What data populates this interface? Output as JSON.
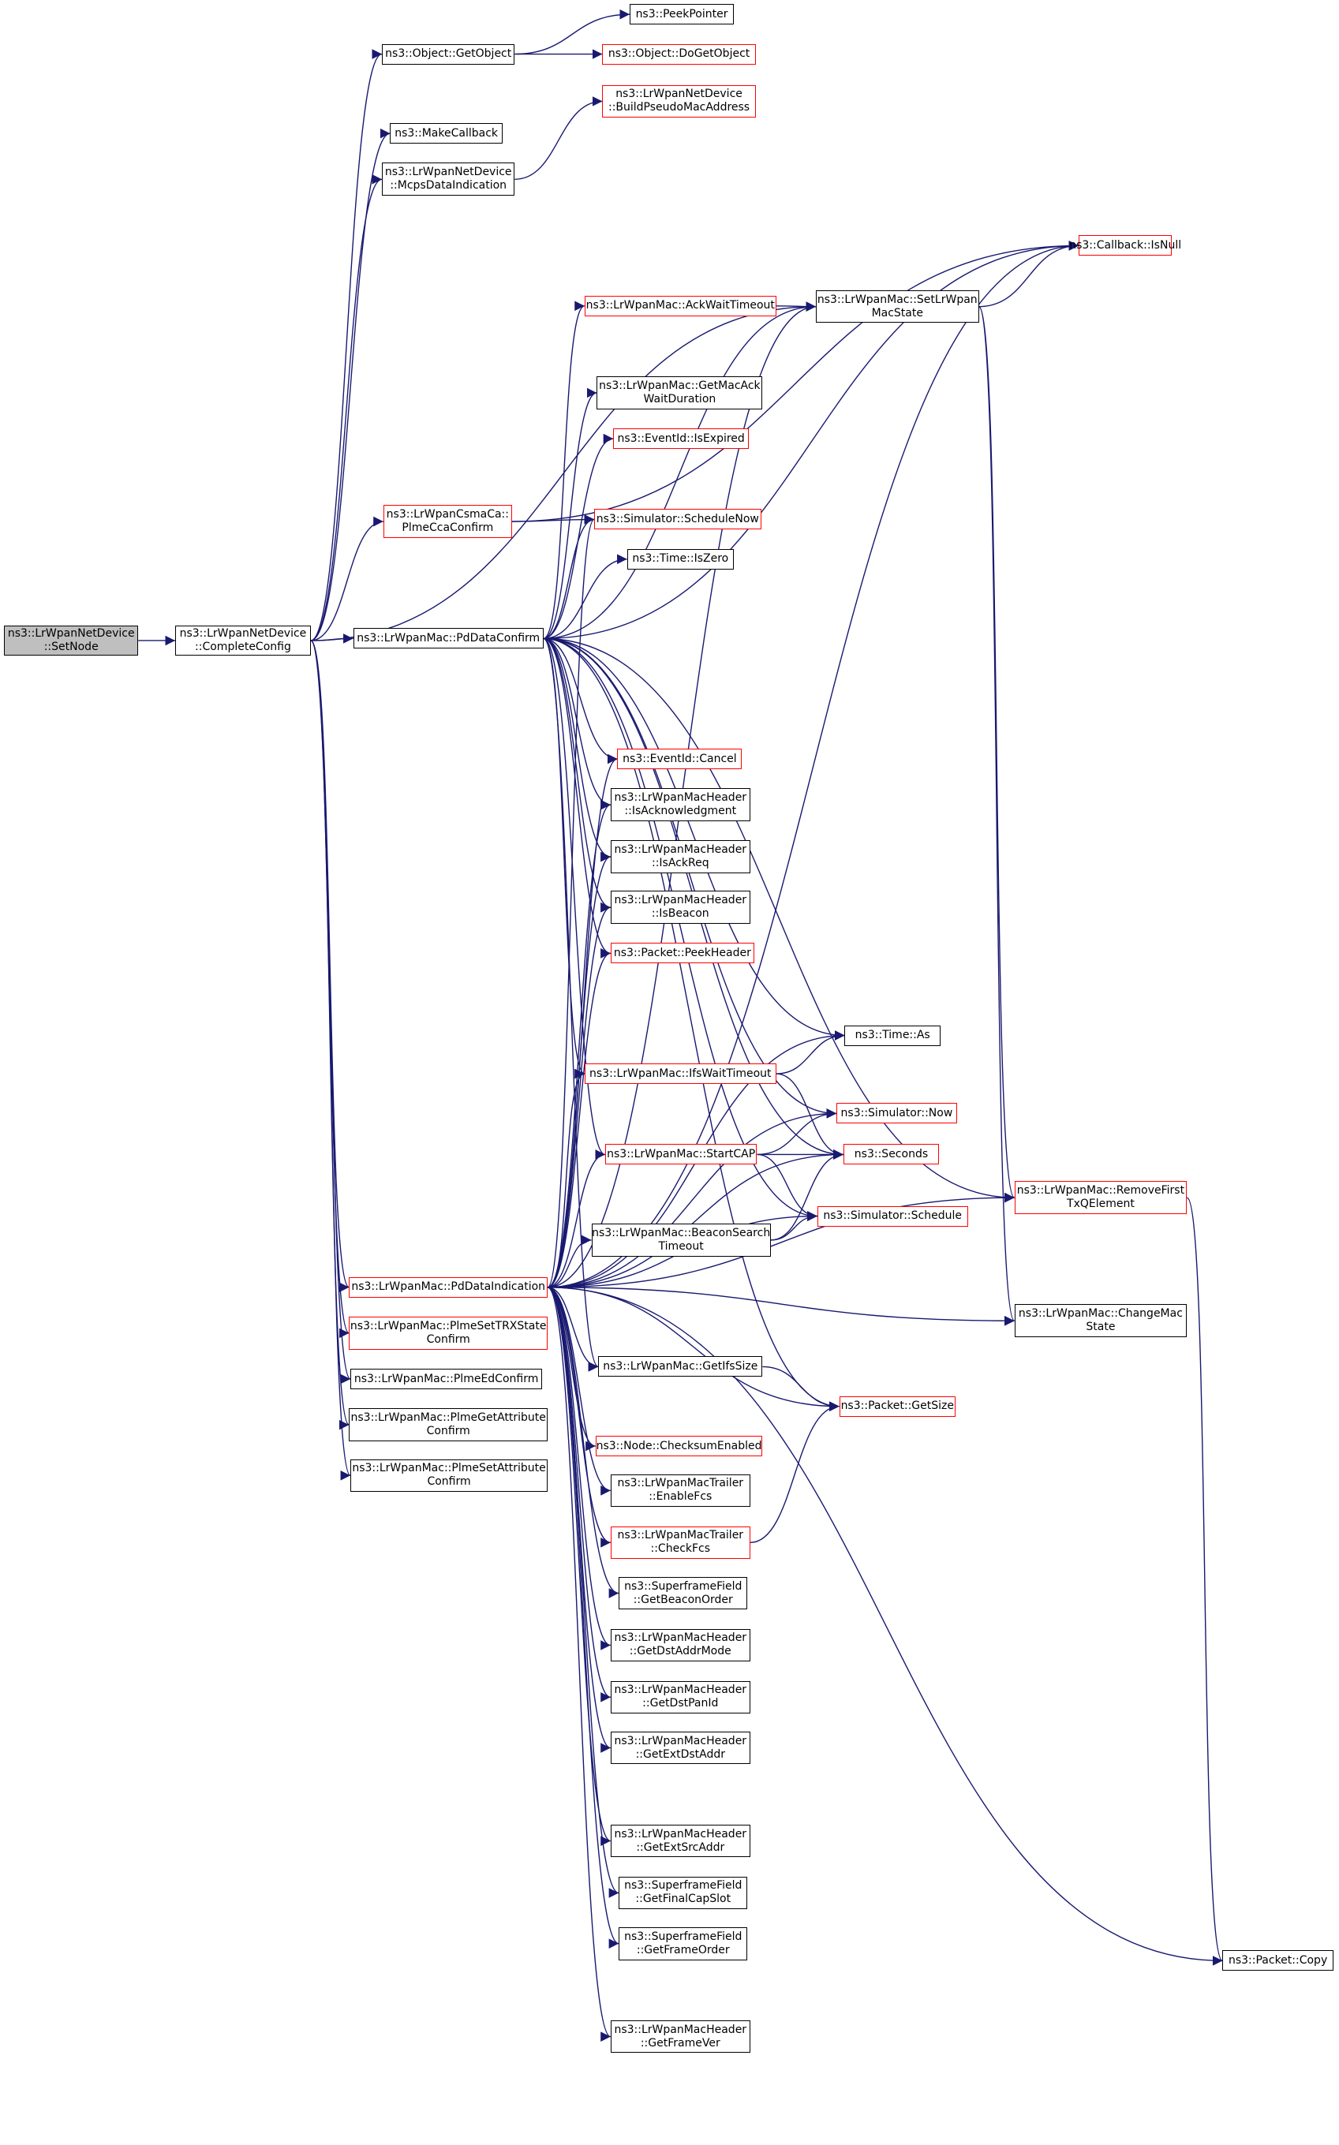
{
  "colors": {
    "edge": "#191970",
    "linked_border": "#ff0000",
    "plain_border": "#000000",
    "root_fill": "#bfbfbf"
  },
  "nodes": [
    {
      "id": "SetNode",
      "lines": [
        "ns3::LrWpanNetDevice",
        "::SetNode"
      ],
      "style": "root"
    },
    {
      "id": "CompleteConfig",
      "lines": [
        "ns3::LrWpanNetDevice",
        "::CompleteConfig"
      ],
      "style": "plain"
    },
    {
      "id": "GetObject",
      "lines": [
        "ns3::Object::GetObject"
      ],
      "style": "plain"
    },
    {
      "id": "PeekPointer",
      "lines": [
        "ns3::PeekPointer"
      ],
      "style": "plain"
    },
    {
      "id": "DoGetObject",
      "lines": [
        "ns3::Object::DoGetObject"
      ],
      "style": "red"
    },
    {
      "id": "BuildPseudo",
      "lines": [
        "ns3::LrWpanNetDevice",
        "::BuildPseudoMacAddress"
      ],
      "style": "red"
    },
    {
      "id": "MakeCallback",
      "lines": [
        "ns3::MakeCallback"
      ],
      "style": "plain"
    },
    {
      "id": "McpsDataIndication",
      "lines": [
        "ns3::LrWpanNetDevice",
        "::McpsDataIndication"
      ],
      "style": "plain"
    },
    {
      "id": "IsNull",
      "lines": [
        "ns3::Callback::IsNull"
      ],
      "style": "red"
    },
    {
      "id": "AckWaitTimeout",
      "lines": [
        "ns3::LrWpanMac::AckWaitTimeout"
      ],
      "style": "red"
    },
    {
      "id": "SetLrWpanMacState",
      "lines": [
        "ns3::LrWpanMac::SetLrWpan",
        "MacState"
      ],
      "style": "plain"
    },
    {
      "id": "GetMacAck",
      "lines": [
        "ns3::LrWpanMac::GetMacAck",
        "WaitDuration"
      ],
      "style": "plain"
    },
    {
      "id": "IsExpired",
      "lines": [
        "ns3::EventId::IsExpired"
      ],
      "style": "red"
    },
    {
      "id": "PlmeCcaConfirm",
      "lines": [
        "ns3::LrWpanCsmaCa::",
        "PlmeCcaConfirm"
      ],
      "style": "red"
    },
    {
      "id": "ScheduleNow",
      "lines": [
        "ns3::Simulator::ScheduleNow"
      ],
      "style": "red"
    },
    {
      "id": "IsZero",
      "lines": [
        "ns3::Time::IsZero"
      ],
      "style": "plain"
    },
    {
      "id": "PdDataConfirm",
      "lines": [
        "ns3::LrWpanMac::PdDataConfirm"
      ],
      "style": "plain"
    },
    {
      "id": "Cancel",
      "lines": [
        "ns3::EventId::Cancel"
      ],
      "style": "red"
    },
    {
      "id": "IsAck",
      "lines": [
        "ns3::LrWpanMacHeader",
        "::IsAcknowledgment"
      ],
      "style": "plain"
    },
    {
      "id": "IsAckReq",
      "lines": [
        "ns3::LrWpanMacHeader",
        "::IsAckReq"
      ],
      "style": "plain"
    },
    {
      "id": "IsBeacon",
      "lines": [
        "ns3::LrWpanMacHeader",
        "::IsBeacon"
      ],
      "style": "plain"
    },
    {
      "id": "PeekHeader",
      "lines": [
        "ns3::Packet::PeekHeader"
      ],
      "style": "red"
    },
    {
      "id": "TimeAs",
      "lines": [
        "ns3::Time::As"
      ],
      "style": "plain"
    },
    {
      "id": "IfsWaitTimeout",
      "lines": [
        "ns3::LrWpanMac::IfsWaitTimeout"
      ],
      "style": "red"
    },
    {
      "id": "Now",
      "lines": [
        "ns3::Simulator::Now"
      ],
      "style": "red"
    },
    {
      "id": "StartCAP",
      "lines": [
        "ns3::LrWpanMac::StartCAP"
      ],
      "style": "red"
    },
    {
      "id": "Seconds",
      "lines": [
        "ns3::Seconds"
      ],
      "style": "red"
    },
    {
      "id": "Schedule",
      "lines": [
        "ns3::Simulator::Schedule"
      ],
      "style": "red"
    },
    {
      "id": "BeaconSearch",
      "lines": [
        "ns3::LrWpanMac::BeaconSearch",
        "Timeout"
      ],
      "style": "plain"
    },
    {
      "id": "RemoveFirst",
      "lines": [
        "ns3::LrWpanMac::RemoveFirst",
        "TxQElement"
      ],
      "style": "red"
    },
    {
      "id": "PdDataIndication",
      "lines": [
        "ns3::LrWpanMac::PdDataIndication"
      ],
      "style": "red"
    },
    {
      "id": "PlmeSetTRX",
      "lines": [
        "ns3::LrWpanMac::PlmeSetTRXState",
        "Confirm"
      ],
      "style": "red"
    },
    {
      "id": "ChangeMacState",
      "lines": [
        "ns3::LrWpanMac::ChangeMac",
        "State"
      ],
      "style": "plain"
    },
    {
      "id": "GetIfsSize",
      "lines": [
        "ns3::LrWpanMac::GetIfsSize"
      ],
      "style": "plain"
    },
    {
      "id": "GetSize",
      "lines": [
        "ns3::Packet::GetSize"
      ],
      "style": "red"
    },
    {
      "id": "PlmeEd",
      "lines": [
        "ns3::LrWpanMac::PlmeEdConfirm"
      ],
      "style": "plain"
    },
    {
      "id": "PlmeGetAttr",
      "lines": [
        "ns3::LrWpanMac::PlmeGetAttribute",
        "Confirm"
      ],
      "style": "plain"
    },
    {
      "id": "PlmeSetAttr",
      "lines": [
        "ns3::LrWpanMac::PlmeSetAttribute",
        "Confirm"
      ],
      "style": "plain"
    },
    {
      "id": "Checksum",
      "lines": [
        "ns3::Node::ChecksumEnabled"
      ],
      "style": "red"
    },
    {
      "id": "EnableFcs",
      "lines": [
        "ns3::LrWpanMacTrailer",
        "::EnableFcs"
      ],
      "style": "plain"
    },
    {
      "id": "CheckFcs",
      "lines": [
        "ns3::LrWpanMacTrailer",
        "::CheckFcs"
      ],
      "style": "red"
    },
    {
      "id": "GetBeaconOrder",
      "lines": [
        "ns3::SuperframeField",
        "::GetBeaconOrder"
      ],
      "style": "plain"
    },
    {
      "id": "GetDstAddrMode",
      "lines": [
        "ns3::LrWpanMacHeader",
        "::GetDstAddrMode"
      ],
      "style": "plain"
    },
    {
      "id": "GetDstPanId",
      "lines": [
        "ns3::LrWpanMacHeader",
        "::GetDstPanId"
      ],
      "style": "plain"
    },
    {
      "id": "GetExtDstAddr",
      "lines": [
        "ns3::LrWpanMacHeader",
        "::GetExtDstAddr"
      ],
      "style": "plain"
    },
    {
      "id": "GetExtSrcAddr",
      "lines": [
        "ns3::LrWpanMacHeader",
        "::GetExtSrcAddr"
      ],
      "style": "plain"
    },
    {
      "id": "GetFinalCapSlot",
      "lines": [
        "ns3::SuperframeField",
        "::GetFinalCapSlot"
      ],
      "style": "plain"
    },
    {
      "id": "GetFrameOrder",
      "lines": [
        "ns3::SuperframeField",
        "::GetFrameOrder"
      ],
      "style": "plain"
    },
    {
      "id": "GetFrameVer",
      "lines": [
        "ns3::LrWpanMacHeader",
        "::GetFrameVer"
      ],
      "style": "plain"
    },
    {
      "id": "Copy",
      "lines": [
        "ns3::Packet::Copy"
      ],
      "style": "plain"
    }
  ],
  "edges": [
    [
      "SetNode",
      "CompleteConfig"
    ],
    [
      "CompleteConfig",
      "GetObject"
    ],
    [
      "CompleteConfig",
      "MakeCallback"
    ],
    [
      "CompleteConfig",
      "McpsDataIndication"
    ],
    [
      "CompleteConfig",
      "PlmeCcaConfirm"
    ],
    [
      "CompleteConfig",
      "PdDataConfirm"
    ],
    [
      "CompleteConfig",
      "PdDataIndication"
    ],
    [
      "CompleteConfig",
      "PlmeSetTRX"
    ],
    [
      "CompleteConfig",
      "PlmeEd"
    ],
    [
      "CompleteConfig",
      "PlmeGetAttr"
    ],
    [
      "CompleteConfig",
      "PlmeSetAttr"
    ],
    [
      "CompleteConfig",
      "SetLrWpanMacState"
    ],
    [
      "GetObject",
      "PeekPointer"
    ],
    [
      "GetObject",
      "DoGetObject"
    ],
    [
      "McpsDataIndication",
      "BuildPseudo"
    ],
    [
      "PlmeCcaConfirm",
      "ScheduleNow"
    ],
    [
      "PlmeCcaConfirm",
      "IsNull"
    ],
    [
      "AckWaitTimeout",
      "SetLrWpanMacState"
    ],
    [
      "SetLrWpanMacState",
      "IsNull"
    ],
    [
      "SetLrWpanMacState",
      "RemoveFirst"
    ],
    [
      "SetLrWpanMacState",
      "ChangeMacState"
    ],
    [
      "PdDataConfirm",
      "AckWaitTimeout"
    ],
    [
      "PdDataConfirm",
      "GetMacAck"
    ],
    [
      "PdDataConfirm",
      "IsExpired"
    ],
    [
      "PdDataConfirm",
      "ScheduleNow"
    ],
    [
      "PdDataConfirm",
      "IsZero"
    ],
    [
      "PdDataConfirm",
      "Cancel"
    ],
    [
      "PdDataConfirm",
      "IsAck"
    ],
    [
      "PdDataConfirm",
      "IsAckReq"
    ],
    [
      "PdDataConfirm",
      "IsBeacon"
    ],
    [
      "PdDataConfirm",
      "PeekHeader"
    ],
    [
      "PdDataConfirm",
      "IfsWaitTimeout"
    ],
    [
      "PdDataConfirm",
      "StartCAP"
    ],
    [
      "PdDataConfirm",
      "GetIfsSize"
    ],
    [
      "PdDataConfirm",
      "SetLrWpanMacState"
    ],
    [
      "PdDataConfirm",
      "IsNull"
    ],
    [
      "PdDataConfirm",
      "TimeAs"
    ],
    [
      "PdDataConfirm",
      "Now"
    ],
    [
      "PdDataConfirm",
      "Seconds"
    ],
    [
      "PdDataConfirm",
      "Schedule"
    ],
    [
      "PdDataConfirm",
      "RemoveFirst"
    ],
    [
      "PdDataConfirm",
      "GetSize"
    ],
    [
      "IfsWaitTimeout",
      "TimeAs"
    ],
    [
      "IfsWaitTimeout",
      "Seconds"
    ],
    [
      "StartCAP",
      "Now"
    ],
    [
      "StartCAP",
      "Seconds"
    ],
    [
      "StartCAP",
      "Schedule"
    ],
    [
      "BeaconSearch",
      "Seconds"
    ],
    [
      "BeaconSearch",
      "Schedule"
    ],
    [
      "PdDataIndication",
      "ScheduleNow"
    ],
    [
      "PdDataIndication",
      "Cancel"
    ],
    [
      "PdDataIndication",
      "IsAck"
    ],
    [
      "PdDataIndication",
      "IsAckReq"
    ],
    [
      "PdDataIndication",
      "IsBeacon"
    ],
    [
      "PdDataIndication",
      "PeekHeader"
    ],
    [
      "PdDataIndication",
      "TimeAs"
    ],
    [
      "PdDataIndication",
      "IfsWaitTimeout"
    ],
    [
      "PdDataIndication",
      "Now"
    ],
    [
      "PdDataIndication",
      "StartCAP"
    ],
    [
      "PdDataIndication",
      "Seconds"
    ],
    [
      "PdDataIndication",
      "BeaconSearch"
    ],
    [
      "PdDataIndication",
      "Schedule"
    ],
    [
      "PdDataIndication",
      "IsNull"
    ],
    [
      "PdDataIndication",
      "SetLrWpanMacState"
    ],
    [
      "PdDataIndication",
      "GetIfsSize"
    ],
    [
      "PdDataIndication",
      "GetSize"
    ],
    [
      "PdDataIndication",
      "Checksum"
    ],
    [
      "PdDataIndication",
      "EnableFcs"
    ],
    [
      "PdDataIndication",
      "CheckFcs"
    ],
    [
      "PdDataIndication",
      "GetBeaconOrder"
    ],
    [
      "PdDataIndication",
      "GetDstAddrMode"
    ],
    [
      "PdDataIndication",
      "GetDstPanId"
    ],
    [
      "PdDataIndication",
      "GetExtDstAddr"
    ],
    [
      "PdDataIndication",
      "RemoveFirst"
    ],
    [
      "PdDataIndication",
      "GetExtSrcAddr"
    ],
    [
      "PdDataIndication",
      "GetFinalCapSlot"
    ],
    [
      "PdDataIndication",
      "GetFrameOrder"
    ],
    [
      "PdDataIndication",
      "ChangeMacState"
    ],
    [
      "PdDataIndication",
      "GetFrameVer"
    ],
    [
      "PdDataIndication",
      "Copy"
    ],
    [
      "GetIfsSize",
      "GetSize"
    ],
    [
      "CheckFcs",
      "GetSize"
    ],
    [
      "RemoveFirst",
      "Copy"
    ]
  ]
}
